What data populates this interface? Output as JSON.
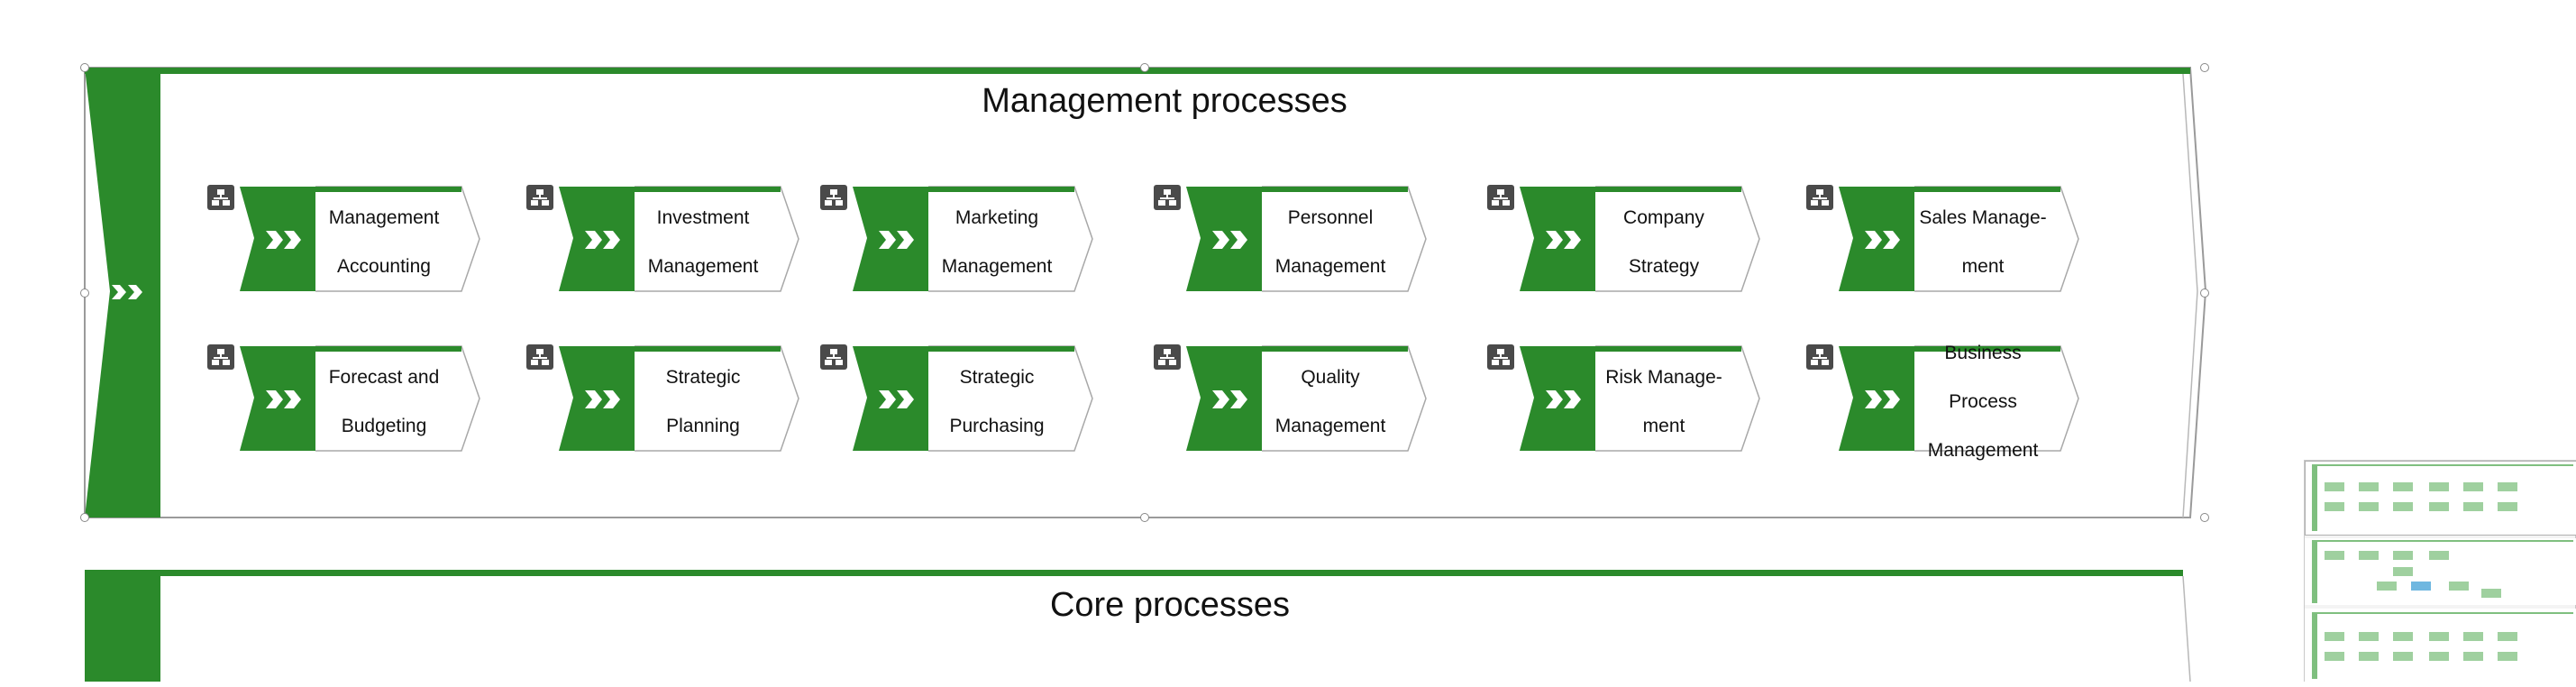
{
  "colors": {
    "accent": "#2b8a2b",
    "frame": "#9a9a9a",
    "assign_icon": "#4a4a4a"
  },
  "lanes": {
    "management": {
      "title": "Management processes"
    },
    "core": {
      "title": "Core processes"
    }
  },
  "processes": {
    "row1": [
      {
        "label": "Management Accounting",
        "lines": [
          "Management",
          "Accounting"
        ]
      },
      {
        "label": "Investment Management",
        "lines": [
          "Investment",
          "Management"
        ]
      },
      {
        "label": "Marketing Management",
        "lines": [
          "Marketing",
          "Management"
        ]
      },
      {
        "label": "Personnel Management",
        "lines": [
          "Personnel",
          "Management"
        ]
      },
      {
        "label": "Company Strategy",
        "lines": [
          "Company",
          "Strategy"
        ]
      },
      {
        "label": "Sales Manage-ment",
        "lines": [
          "Sales Manage-",
          "ment"
        ]
      }
    ],
    "row2": [
      {
        "label": "Forecast and Budgeting",
        "lines": [
          "Forecast and",
          "Budgeting"
        ]
      },
      {
        "label": "Strategic Planning",
        "lines": [
          "Strategic",
          "Planning"
        ]
      },
      {
        "label": "Strategic Purchasing",
        "lines": [
          "Strategic",
          "Purchasing"
        ]
      },
      {
        "label": "Quality Management",
        "lines": [
          "Quality",
          "Management"
        ]
      },
      {
        "label": "Risk Manage-ment",
        "lines": [
          "Risk Manage-",
          "ment"
        ]
      },
      {
        "label": "Business Process Management",
        "lines": [
          "Business",
          "Process",
          "Management"
        ]
      }
    ]
  },
  "icons": {
    "process": "double-chevron-icon",
    "assignment": "hierarchy-icon"
  }
}
